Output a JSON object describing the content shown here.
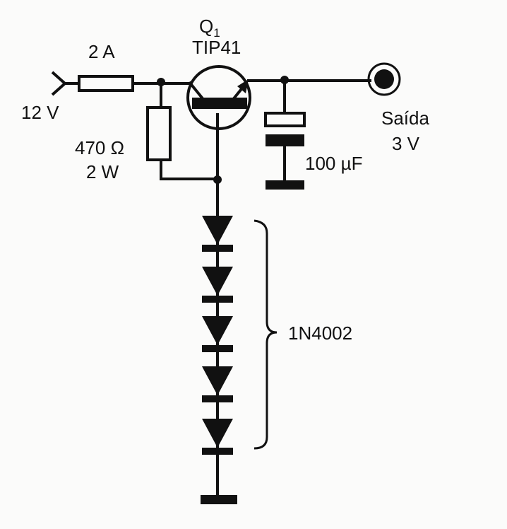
{
  "labels": {
    "transistor_ref": "Q",
    "transistor_ref_sub": "1",
    "transistor_model": "TIP41",
    "fuse": "2 A",
    "input_voltage": "12 V",
    "resistor_value": "470 Ω",
    "resistor_power": "2 W",
    "capacitor": "100 µF",
    "output_label": "Saída",
    "output_voltage": "3 V",
    "diode_model": "1N4002"
  },
  "colors": {
    "ink": "#111111",
    "paper": "#fbfbfa"
  }
}
